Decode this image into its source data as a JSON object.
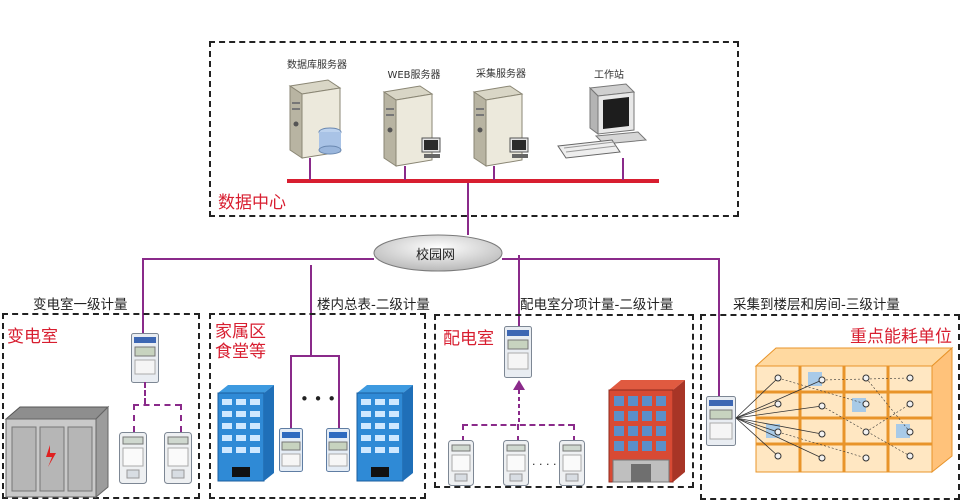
{
  "data_center": {
    "title": "数据中心",
    "servers": [
      {
        "label": "数据库服务器"
      },
      {
        "label": "WEB服务器"
      },
      {
        "label": "采集服务器"
      },
      {
        "label": "工作站"
      }
    ]
  },
  "network": {
    "label": "校园网"
  },
  "branches": [
    {
      "caption": "变电室一级计量",
      "title": "变电室"
    },
    {
      "caption": "楼内总表-二级计量",
      "title": "家属区\n食堂等"
    },
    {
      "caption": "配电室分项计量-二级计量",
      "title": "配电室"
    },
    {
      "caption": "采集到楼层和房间-三级计量",
      "title": "重点能耗单位"
    }
  ],
  "ellipsis_dots": "• • •",
  "ellipsis_small": "· · · · ·",
  "colors": {
    "wire": "#8a2a8a",
    "bus": "#d81e30",
    "title_red": "#d81e30"
  }
}
